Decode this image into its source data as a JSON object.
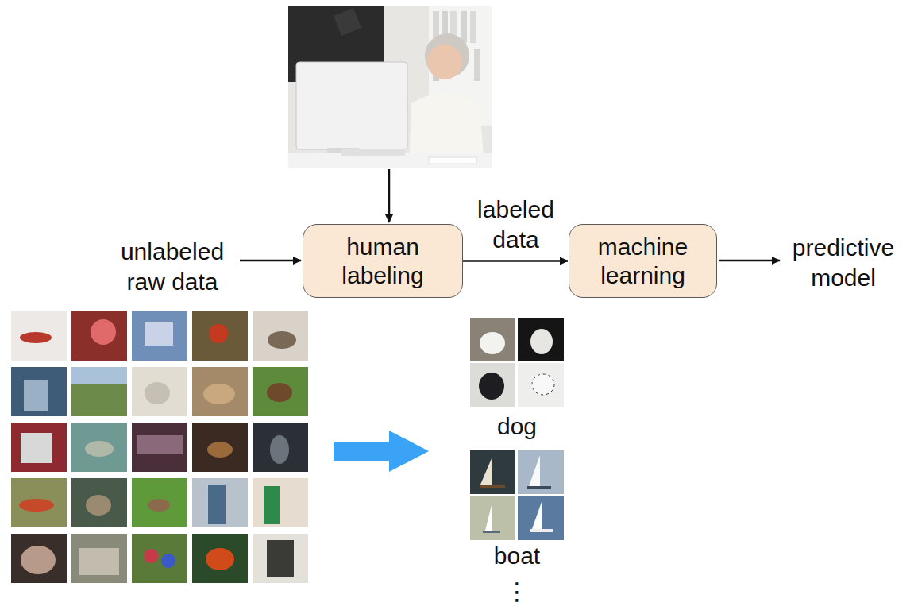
{
  "diagram": {
    "nodes": [
      {
        "text": [
          "human labeling"
        ]
      },
      {
        "text": [
          "machine learning"
        ]
      }
    ],
    "edges": [
      {
        "from": 0,
        "to": 1,
        "label": "labeled data",
        "arrow": "to"
      }
    ],
    "labels": [
      "unlabeled raw data",
      "predictive model",
      "dog",
      "boat",
      "⋮"
    ]
  }
}
